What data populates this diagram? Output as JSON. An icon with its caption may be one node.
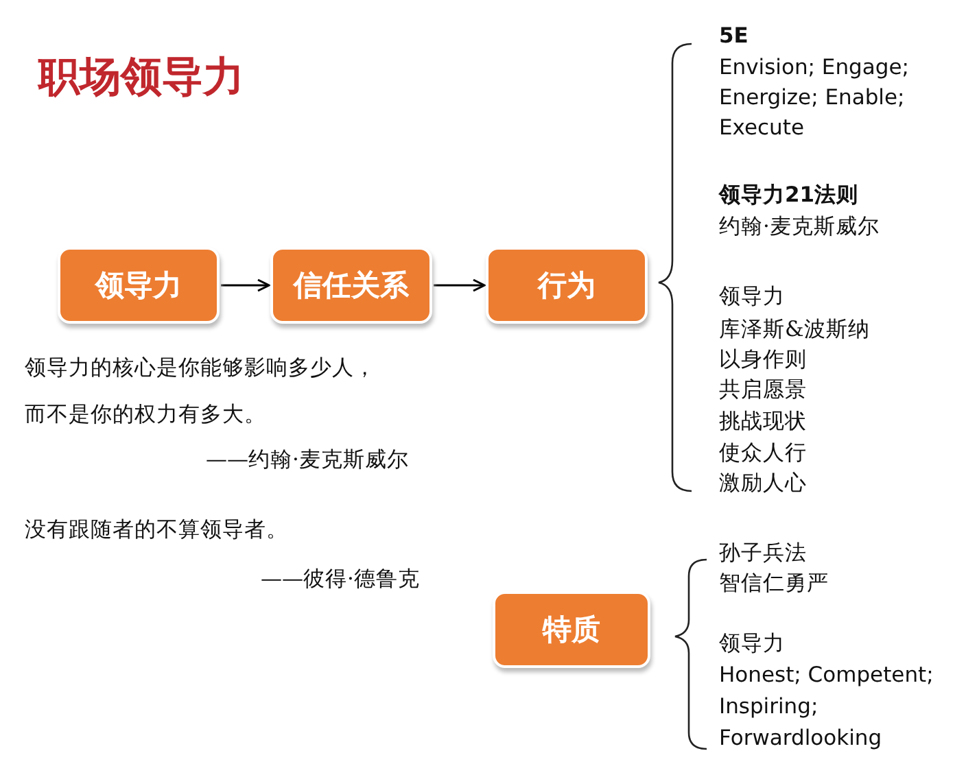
{
  "diagram": {
    "title": "职场领导力",
    "nodes": [
      {
        "text": [
          "领导力"
        ]
      },
      {
        "text": [
          "信任关系"
        ]
      },
      {
        "text": [
          "行为"
        ]
      },
      {
        "text": [
          "特质"
        ]
      }
    ],
    "edges": [
      {
        "from": 0,
        "to": 1,
        "arrow": "to"
      },
      {
        "from": 1,
        "to": 2,
        "arrow": "to"
      }
    ],
    "labels": [
      "5E",
      "Envision; Engage;",
      "Energize; Enable;",
      "Execute",
      "领导力21法则",
      "约翰·麦克斯威尔",
      "领导力",
      "库泽斯&波斯纳",
      "以身作则",
      "共启愿景",
      "挑战现状",
      "使众人行",
      "激励人心",
      "领导力的核心是你能够影响多少人，",
      "而不是你的权力有多大。",
      "——约翰·麦克斯威尔",
      "没有跟随者的不算领导者。",
      "——彼得·德鲁克",
      "孙子兵法",
      "智信仁勇严",
      "领导力",
      "Honest; Competent;",
      "Inspiring;",
      "Forwardlooking"
    ]
  }
}
